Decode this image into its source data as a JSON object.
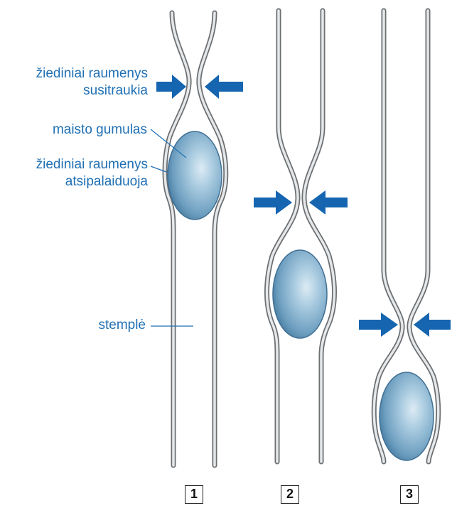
{
  "labels": {
    "contract": [
      "žiediniai raumenys",
      "susitraukia"
    ],
    "bolus": "maisto gumulas",
    "relax": [
      "žiediniai raumenys",
      "atsipalaiduoja"
    ],
    "esophagus": "stemplė"
  },
  "stages": [
    "1",
    "2",
    "3"
  ],
  "colors": {
    "label_text": "#1f6fb4",
    "arrow": "#1565b0",
    "tube_outline": "#6b6f72",
    "tube_fill": "#e4e6e8",
    "bolus_light": "#cfe3ef",
    "bolus_mid": "#8fb8d3",
    "bolus_dark": "#4f86ab"
  }
}
